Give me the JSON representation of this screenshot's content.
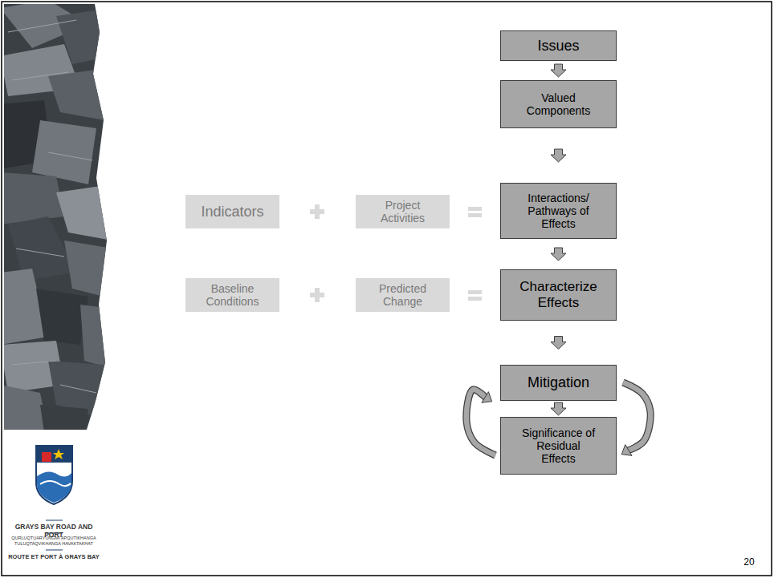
{
  "diagram": {
    "nodes": [
      {
        "text": [
          "Issues"
        ]
      },
      {
        "text": [
          "Valued Components"
        ]
      },
      {
        "text": [
          "Indicators"
        ]
      },
      {
        "text": [
          "Project Activities"
        ]
      },
      {
        "text": [
          "Interactions/ Pathways of Effects"
        ]
      },
      {
        "text": [
          "Baseline Conditions"
        ]
      },
      {
        "text": [
          "Predicted Change"
        ]
      },
      {
        "text": [
          "Characterize Effects"
        ]
      },
      {
        "text": [
          "Mitigation"
        ]
      },
      {
        "text": [
          "Significance of Residual Effects"
        ]
      }
    ],
    "edges": [
      {
        "from": 0,
        "to": 1,
        "arrow": "to"
      },
      {
        "from": 1,
        "to": 4,
        "arrow": "to"
      },
      {
        "from": 4,
        "to": 7,
        "arrow": "to"
      },
      {
        "from": 7,
        "to": 8,
        "arrow": "to"
      },
      {
        "from": 8,
        "to": 9,
        "arrow": "to"
      },
      {
        "from": 9,
        "to": 8,
        "arrow": "to"
      },
      {
        "from": 8,
        "to": 9,
        "arrow": "to"
      }
    ],
    "labels": [
      "GRAYS BAY ROAD AND PORT",
      "QURLUQTUARYUNGMI APQUTIKHANGA TULUQTAQVIKHANGA HAVAKTAKHAT",
      "ROUTE ET PORT À GRAYS BAY",
      "20"
    ]
  }
}
